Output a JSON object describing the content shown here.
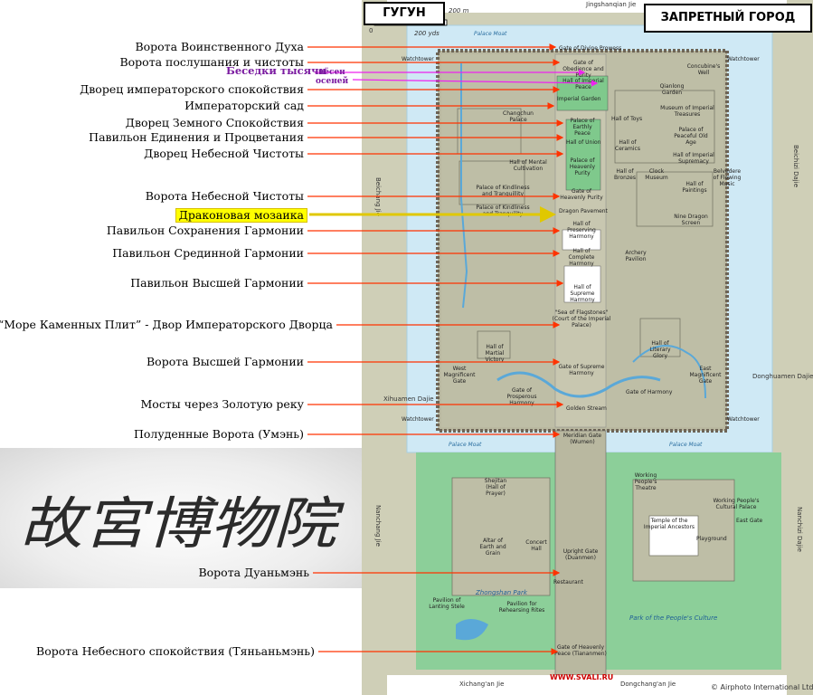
{
  "map": {
    "title_short": "ГУГУН",
    "title_full": "ЗАПРЕТНЫЙ  ГОРОД",
    "scale_m": "200 m",
    "scale_yds": "200 yds",
    "scale_zero": "0",
    "copyright": "© Airphoto International Ltd.",
    "source_url": "WWW.SVALI.RU",
    "roads": {
      "north": "Jingshanqian Jie",
      "beichang": "Beichang Jie",
      "beichizi": "Beichizi Dajie",
      "nanchang": "Nanchang Jie",
      "nanchizi": "Nanchizi Dajie",
      "xihuamen": "Xihuamen Dajie",
      "donghuamen": "Donghuamen Dajie",
      "xichangan": "Xichang'an Jie",
      "dongchangan": "Dongchang'an Jie"
    },
    "places": {
      "palace_moat_n": "Palace Moat",
      "palace_moat_sw": "Palace Moat",
      "palace_moat_se": "Palace Moat",
      "watchtower_nw": "Watchtower",
      "watchtower_ne": "Watchtower",
      "watchtower_sw": "Watchtower",
      "watchtower_se": "Watchtower",
      "gate_divine": "Gate of Divine Prowess",
      "gate_obedience": "Gate of Obedience and Purity",
      "hall_peace": "Hall of Imperial Peace",
      "imperial_garden": "Imperial Garden",
      "concubines_well": "Concubine's Well",
      "qianlong": "Qianlong Garden",
      "museum_treasures": "Museum of Imperial Treasures",
      "chang_chun": "Changchun Palace",
      "palace_earthly": "Palace of Earthly Peace",
      "hall_union": "Hall of Union",
      "hall_toys": "Hall of Toys",
      "hall_ceramics": "Hall of Ceramics",
      "palace_peaceful_old": "Palace of Peaceful Old Age",
      "hall_imperial_supremacy": "Hall of Imperial Supremacy",
      "hall_mental": "Hall of Mental Cultivation",
      "palace_heavenly": "Palace of Heavenly Purity",
      "hall_bronzes": "Hall of Bronzes",
      "clock_museum": "Clock Museum",
      "hall_paintings": "Hall of Paintings",
      "belvedere": "Belvedere of Flowing Music",
      "palace_kindliness": "Palace of Kindliness and Tranquillity",
      "gate_heavenly_purity": "Gate of Heavenly Purity",
      "dragon_pavement": "Dragon Pavement",
      "palace_kindliness2": "Palace of Kindliness and Tranquility",
      "nine_dragon": "Nine Dragon Screen",
      "hall_preserving": "Hall of Preserving Harmony",
      "hall_complete": "Hall of Complete Harmony",
      "archery": "Archery Pavilion",
      "hall_supreme": "Hall of Supreme Harmony",
      "sea_flagstones": "\"Sea of Flagstones\" (Court of the Imperial Palace)",
      "hall_martial": "Hall of Martial Victory",
      "hall_literary": "Hall of Literary Glory",
      "gate_supreme": "Gate of Supreme Harmony",
      "west_gate": "West Magnificent Gate",
      "east_gate": "East Magnificent Gate",
      "gate_prosperous": "Gate of Prosperous Harmony",
      "gate_harmony": "Gate of Harmony",
      "golden_stream": "Golden Stream",
      "meridian_gate": "Meridian Gate (Wumen)",
      "working_theatre": "Working People's Theatre",
      "working_palace": "Working People's Cultural Palace",
      "shejitan": "Shejitan (Hall of Prayer)",
      "altar_earth": "Altar of Earth and Grain",
      "concert_hall": "Concert Hall",
      "temple_ancestors": "Temple of the Imperial Ancestors",
      "east_gate2": "East Gate",
      "playground": "Playground",
      "upright_gate": "Upright Gate (Duanmen)",
      "restaurant": "Restaurant",
      "zhongshan": "Zhongshan Park",
      "pavilion_lanting": "Pavilion of Lanting Stele",
      "pavilion_rites": "Pavilion for Rehearsing Rites",
      "peoples_culture": "Park of the People's Culture",
      "gate_heavenly_peace": "Gate of Heavenly Peace (Tiananmen)"
    }
  },
  "labels": [
    "Ворота Воинственного Духа",
    "Ворота послушания и чистоты",
    "Дворец императорского спокойствия",
    "Императорский сад",
    "Дворец Земного Спокойствия",
    "Павильон Единения и Процветания",
    "Дворец Небесной Чистоты",
    "Ворота Небесной Чистоты",
    "Драконовая мозаика",
    "Павильон Сохранения Гармонии",
    "Павильон Срединной Гармонии",
    "Павильон Высшей Гармонии",
    "“Море Каменных Плит” - Двор Императорского Дворца",
    "Ворота Высшей Гармонии",
    "Мосты через Золотую реку",
    "Полуденные Ворота (Умэнь)",
    "Ворота Дуаньмэнь",
    "Ворота Небесного спокойствия (Тяньаньмэнь)"
  ],
  "pavilion_label": {
    "line1": "Беседки тысячи",
    "line2a": "вёсен",
    "line2b": "осеней"
  },
  "calligraphy": "故宮博物院",
  "colors": {
    "arrow": "#ff3300",
    "pink": "#ee22ee",
    "highlight": "#ffff00",
    "green": "#6dbf7d",
    "moat": "#cfe9f5"
  }
}
